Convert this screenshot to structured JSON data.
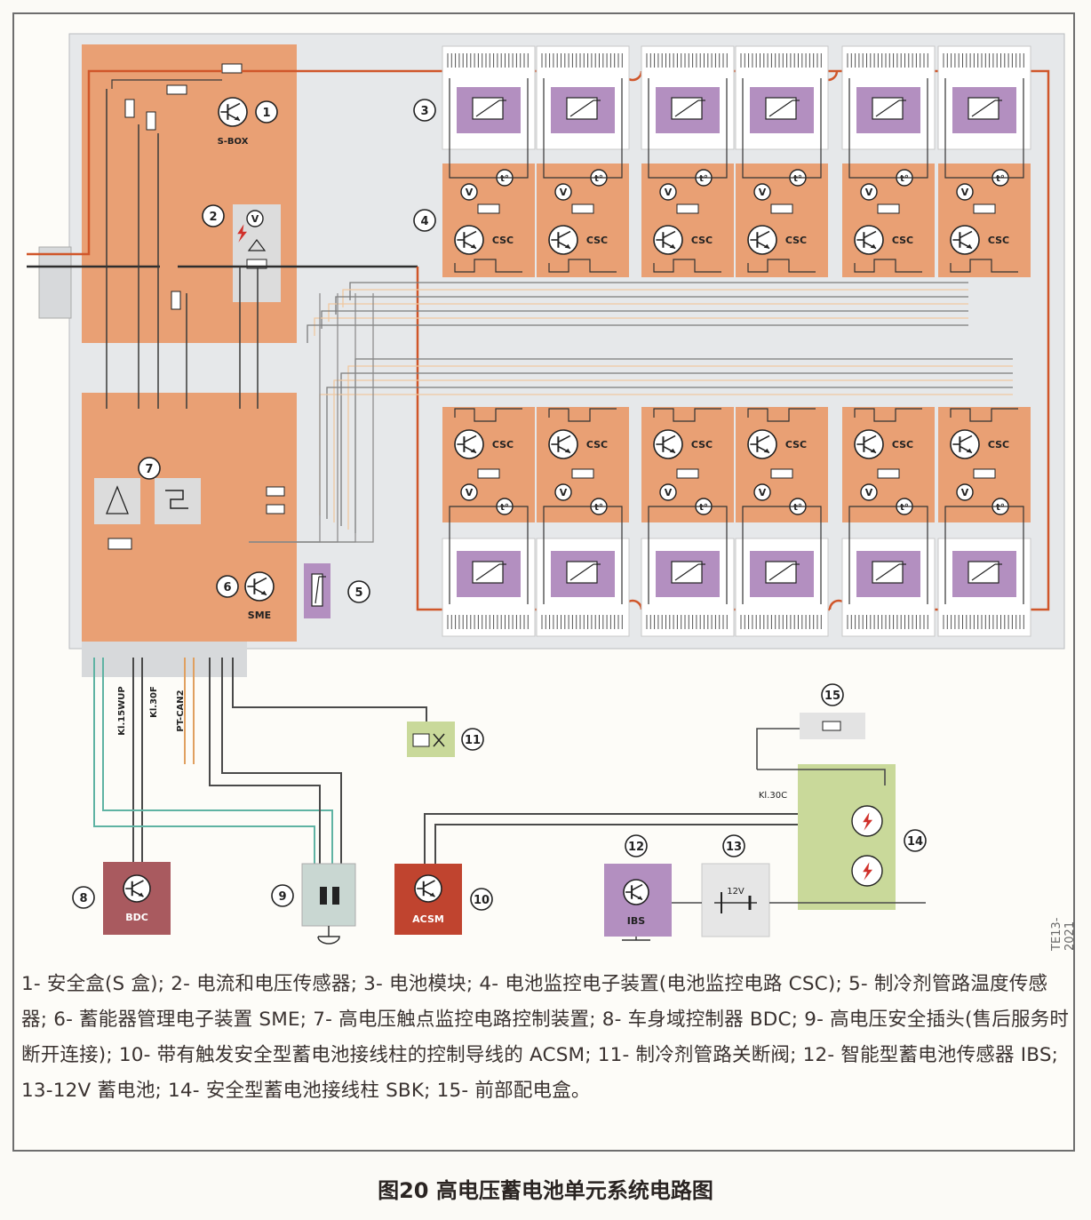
{
  "diagram": {
    "callouts": [
      "1",
      "2",
      "3",
      "4",
      "5",
      "6",
      "7",
      "8",
      "9",
      "10",
      "11",
      "12",
      "13",
      "14",
      "15"
    ],
    "labels": {
      "sbox": "S-BOX",
      "sme": "SME",
      "csc": "CSC",
      "voltage": "V",
      "temperature": "t°",
      "bdc": "BDC",
      "acsm": "ACSM",
      "ibs": "IBS",
      "battery_12v": "12V",
      "kl30c": "Kl.30C",
      "kl15wup": "Kl.15WUP",
      "kl30f": "Kl.30F",
      "ptcan2": "PT-CAN2"
    },
    "doc_code": "TE13-2021",
    "colors": {
      "orange_box": "#e9a074",
      "purple_box": "#b38fc0",
      "green_box": "#c9d99a",
      "red_box": "#c0442f",
      "bdc_box": "#a95a5f",
      "hv_line": "#d0562a",
      "wire": "#5d5d5d",
      "teal": "#5fb3a3"
    },
    "icons": [
      "transistor-icon",
      "lightning-icon",
      "resistor-icon",
      "thermistor-icon",
      "fuse-icon",
      "valve-icon",
      "battery-icon",
      "ground-icon",
      "connector-plug-icon"
    ]
  },
  "legend": {
    "items": [
      "1- 安全盒(S 盒);",
      "2- 电流和电压传感器;",
      "3- 电池模块;",
      "4- 电池监控电子装置(电池监控电路 CSC);",
      "5- 制冷剂管路温度传感器;",
      "6- 蓄能器管理电子装置 SME;",
      "7- 高电压触点监控电路控制装置;",
      "8- 车身域控制器 BDC;",
      "9- 高电压安全插头(售后服务时断开连接);",
      "10- 带有触发安全型蓄电池接线柱的控制导线的 ACSM;",
      "11- 制冷剂管路关断阀;",
      "12- 智能型蓄电池传感器 IBS;",
      "13-12V 蓄电池;",
      "14- 安全型蓄电池接线柱 SBK;",
      "15- 前部配电盒。"
    ]
  },
  "caption": "图20 高电压蓄电池单元系统电路图"
}
